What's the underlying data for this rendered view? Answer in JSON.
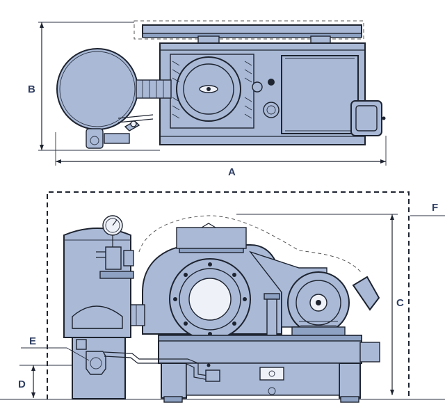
{
  "labels": {
    "a": "A",
    "b": "B",
    "c": "C",
    "d": "D",
    "e": "E",
    "f": "F"
  },
  "colors": {
    "body": "#a9b9d6",
    "body_dark": "#8ea2c4",
    "outline": "#1e2430",
    "label": "#2f3f63"
  }
}
